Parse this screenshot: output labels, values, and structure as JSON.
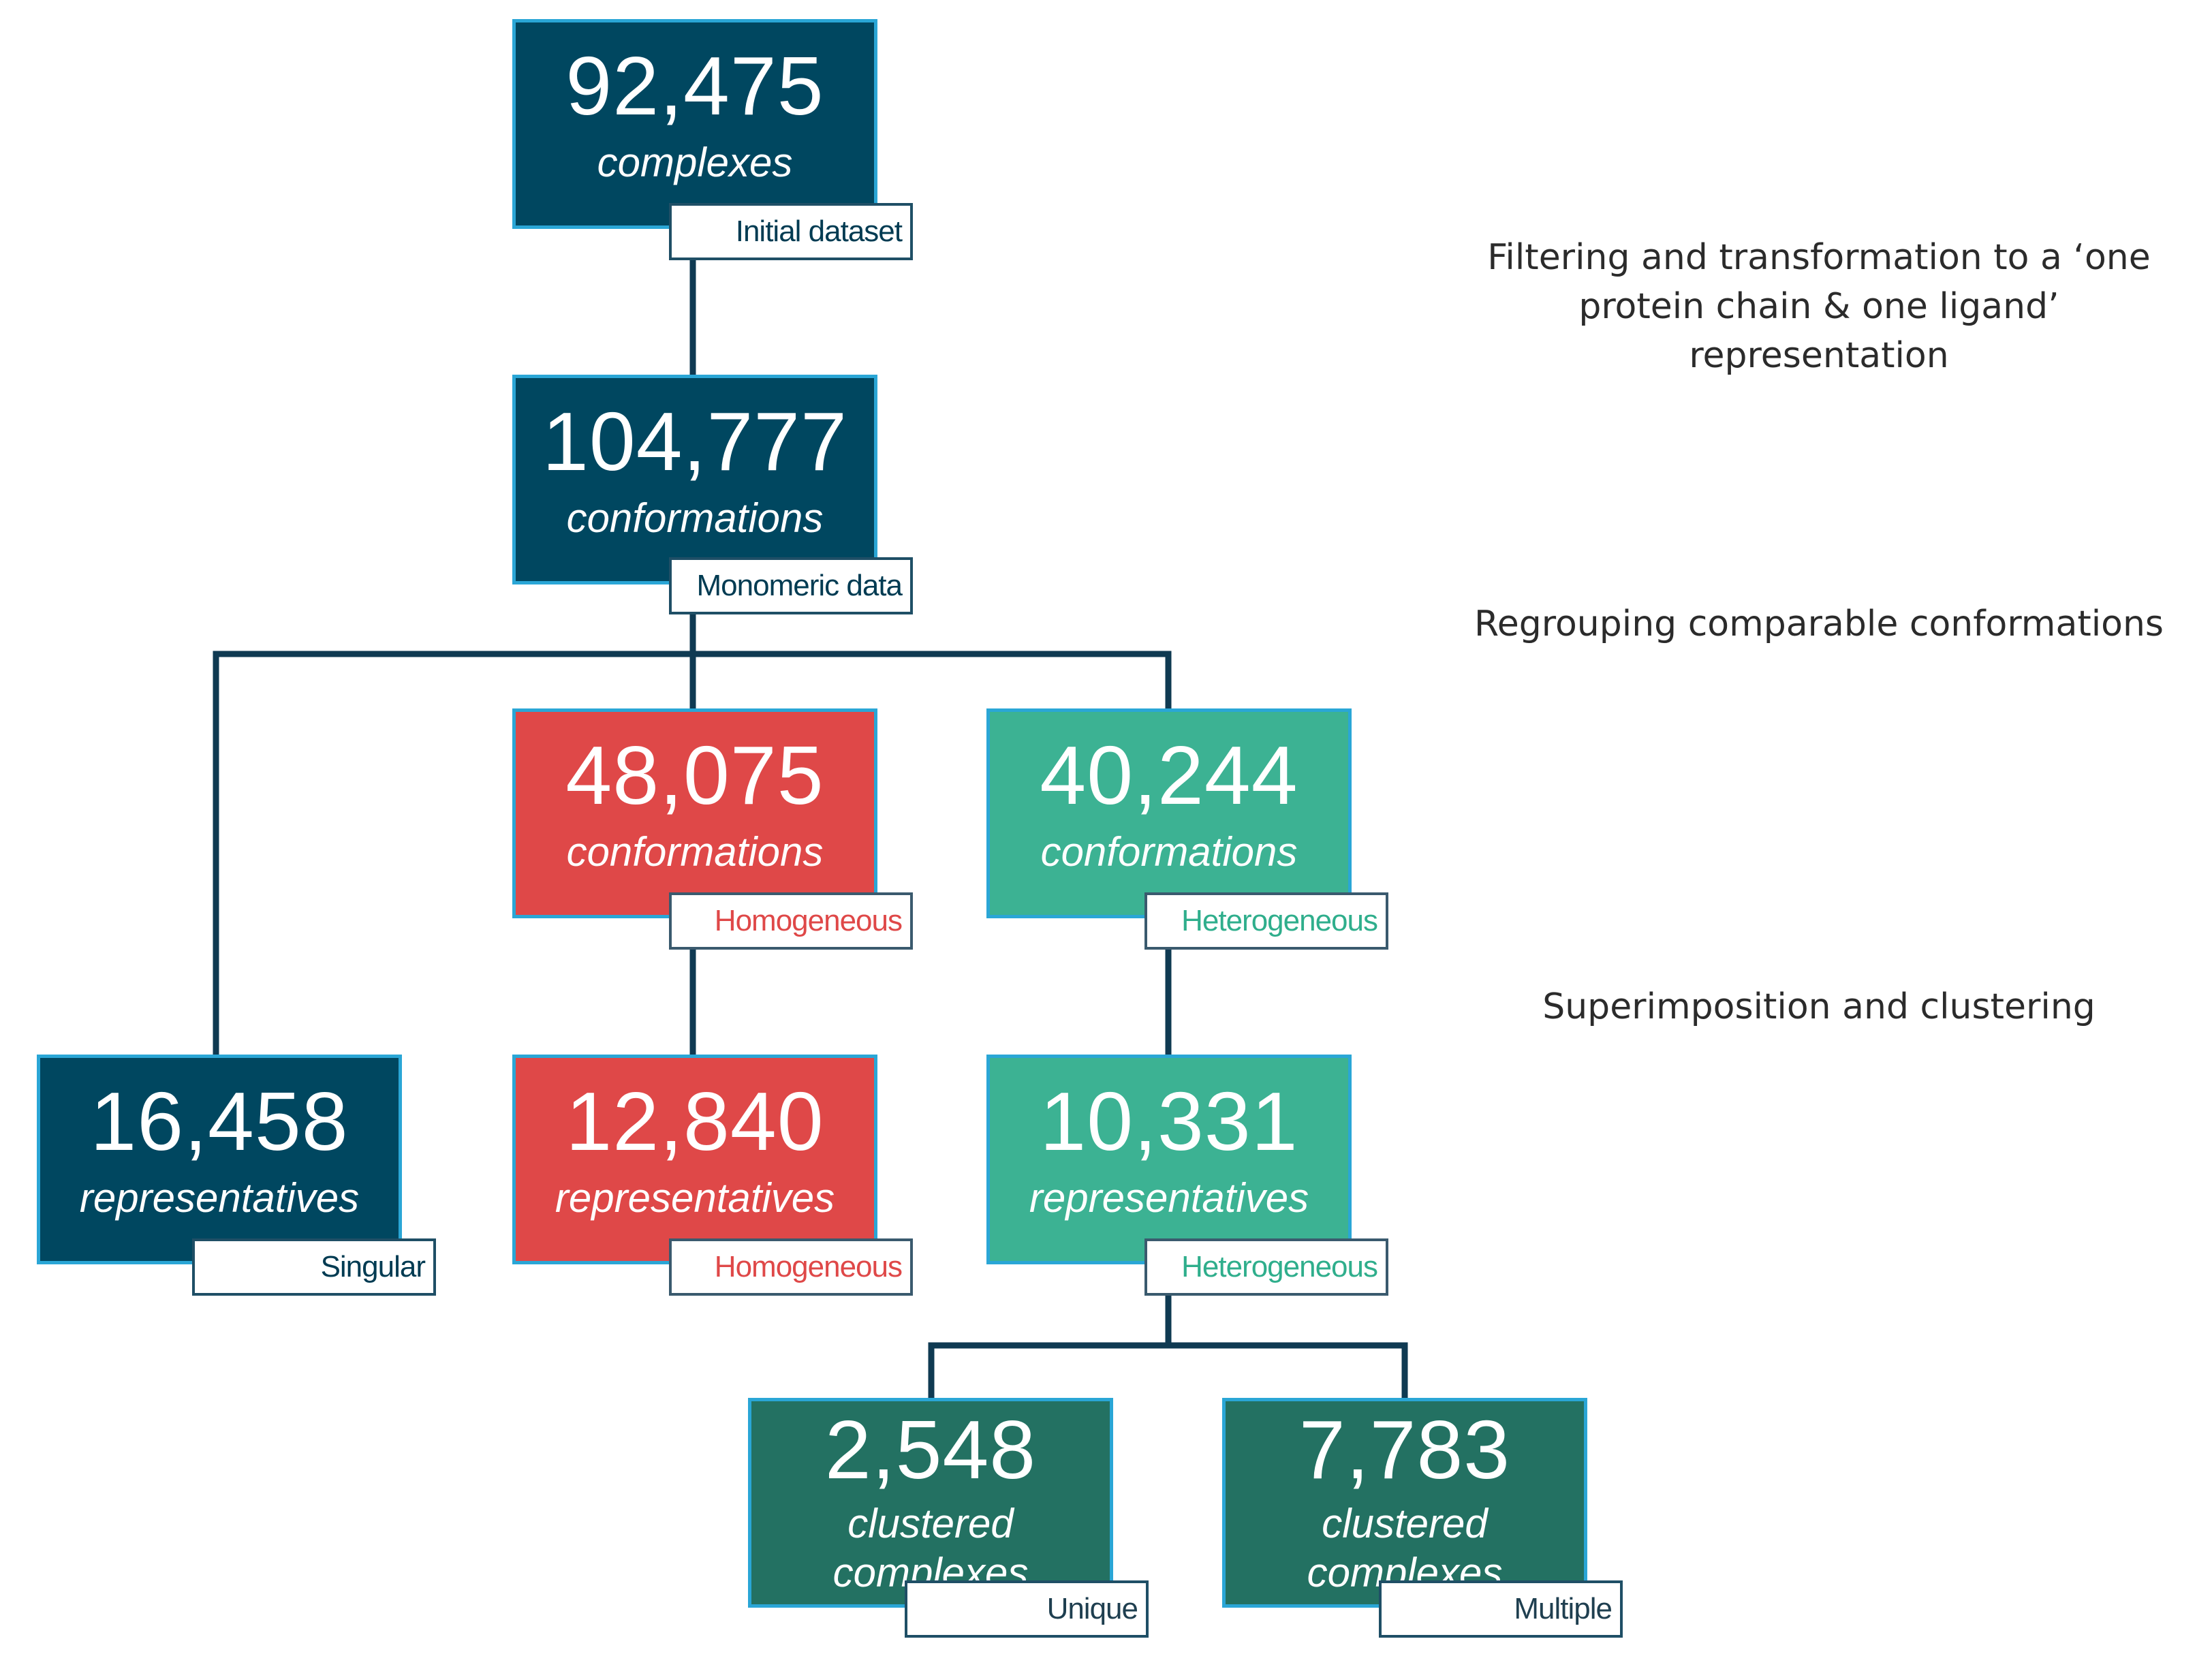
{
  "colors": {
    "navy": "#004760",
    "red": "#df4848",
    "teal": "#3cb293",
    "dark_green": "#237162",
    "connector": "#0f3a52",
    "node_border": "#2aa6d6"
  },
  "nodes": {
    "initial": {
      "count": "92,475",
      "unit": "complexes",
      "tag": "Initial dataset"
    },
    "monomeric": {
      "count": "104,777",
      "unit": "conformations",
      "tag": "Monomeric data"
    },
    "homog_conf": {
      "count": "48,075",
      "unit": "conformations",
      "tag": "Homogeneous"
    },
    "heter_conf": {
      "count": "40,244",
      "unit": "conformations",
      "tag": "Heterogeneous"
    },
    "singular": {
      "count": "16,458",
      "unit": "representatives",
      "tag": "Singular"
    },
    "homog_rep": {
      "count": "12,840",
      "unit": "representatives",
      "tag": "Homogeneous"
    },
    "heter_rep": {
      "count": "10,331",
      "unit": "representatives",
      "tag": "Heterogeneous"
    },
    "unique": {
      "count": "2,548",
      "unit_lines": [
        "clustered",
        "complexes"
      ],
      "tag": "Unique"
    },
    "multiple": {
      "count": "7,783",
      "unit_lines": [
        "clustered",
        "complexes"
      ],
      "tag": "Multiple"
    }
  },
  "annotations": {
    "step1": [
      "Filtering and transformation to a ‘one",
      "protein chain & one ligand’ representation"
    ],
    "step2": "Regrouping comparable conformations",
    "step3": "Superimposition and clustering"
  }
}
